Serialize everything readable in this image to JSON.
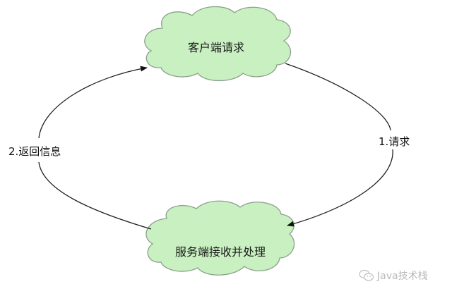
{
  "diagram": {
    "nodes": [
      {
        "id": "client",
        "label": "客户端请求",
        "shape": "cloud",
        "fill": "#c8f0c0",
        "stroke": "#8ca08c"
      },
      {
        "id": "server",
        "label": "服务端接收并处理",
        "shape": "cloud",
        "fill": "#c8f0c0",
        "stroke": "#8ca08c"
      }
    ],
    "edges": [
      {
        "from": "client",
        "to": "server",
        "label": "1.请求"
      },
      {
        "from": "server",
        "to": "client",
        "label": "2.返回信息"
      }
    ],
    "edge_color": "#222222"
  },
  "watermark": {
    "icon": "wechat-icon",
    "text": "Java技术栈"
  }
}
